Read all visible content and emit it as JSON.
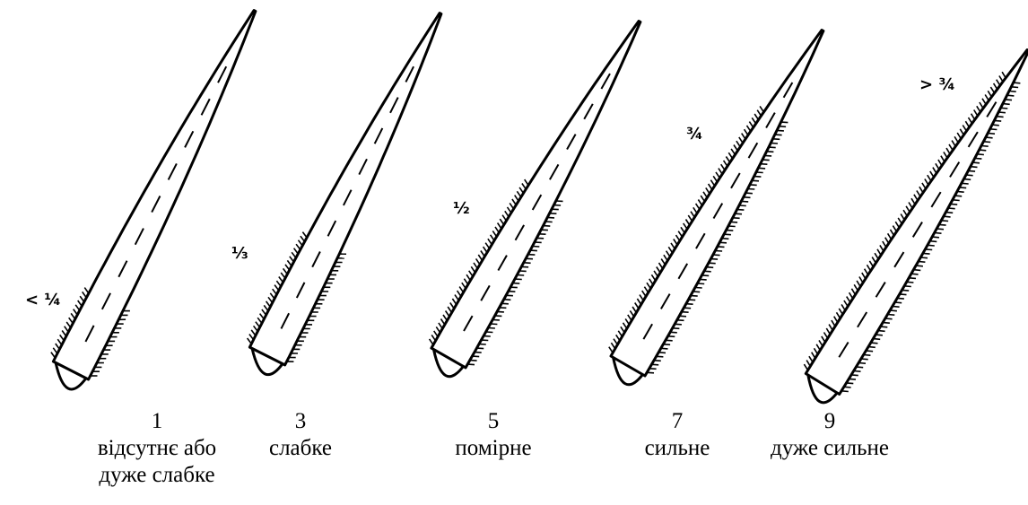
{
  "leaves": [
    {
      "level_label": "< ¼",
      "pubescent_fraction": 0.2,
      "score": "1",
      "description": [
        "відсутнє або",
        "дуже слабке"
      ]
    },
    {
      "level_label": "⅓",
      "pubescent_fraction": 0.33,
      "score": "3",
      "description": [
        "слабке"
      ]
    },
    {
      "level_label": "½",
      "pubescent_fraction": 0.5,
      "score": "5",
      "description": [
        "помірне"
      ]
    },
    {
      "level_label": "¾",
      "pubescent_fraction": 0.75,
      "score": "7",
      "description": [
        "сильне"
      ]
    },
    {
      "level_label": "> ¾",
      "pubescent_fraction": 0.92,
      "score": "9",
      "description": [
        "дуже сильне"
      ]
    }
  ]
}
